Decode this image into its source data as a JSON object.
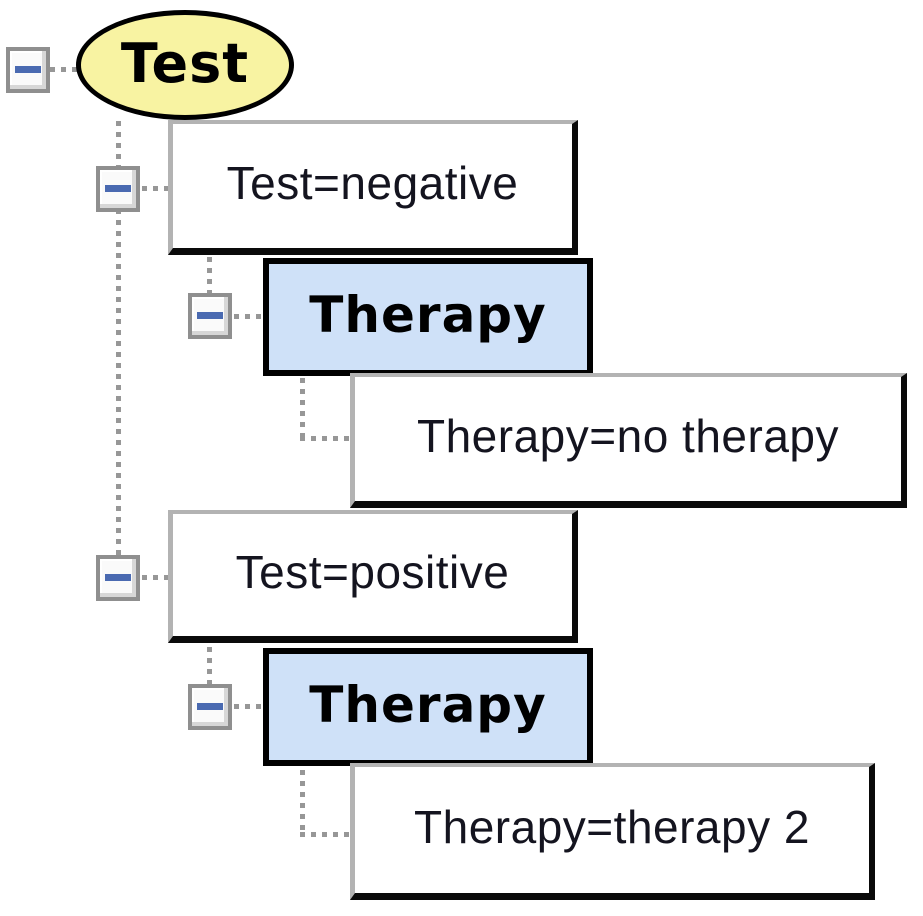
{
  "tree": {
    "root": {
      "label": "Test",
      "shape": "ellipse",
      "expand_state": "expanded",
      "children": [
        {
          "label": "Test=negative",
          "shape": "box",
          "expand_state": "expanded",
          "children": [
            {
              "label": "Therapy",
              "shape": "box-highlight",
              "expand_state": "expanded",
              "children": [
                {
                  "label": "Therapy=no therapy",
                  "shape": "box",
                  "children": []
                }
              ]
            }
          ]
        },
        {
          "label": "Test=positive",
          "shape": "box",
          "expand_state": "expanded",
          "children": [
            {
              "label": "Therapy",
              "shape": "box-highlight",
              "expand_state": "expanded",
              "children": [
                {
                  "label": "Therapy=therapy 2",
                  "shape": "box",
                  "children": []
                }
              ]
            }
          ]
        }
      ]
    }
  },
  "icons": {
    "expander": "collapse-minus-icon"
  },
  "colors": {
    "background": "#ffffff",
    "node_fill_yellow": "#f8f3a2",
    "node_fill_blue": "#cfe1f8",
    "node_border": "#000000",
    "box_border_light": "#b3b3b3",
    "box_border_dark": "#0a0a0a",
    "expander_border": "#8f8f8f",
    "expander_minus": "#4a6ab1",
    "connector": "#979797",
    "text": "#14141f"
  }
}
